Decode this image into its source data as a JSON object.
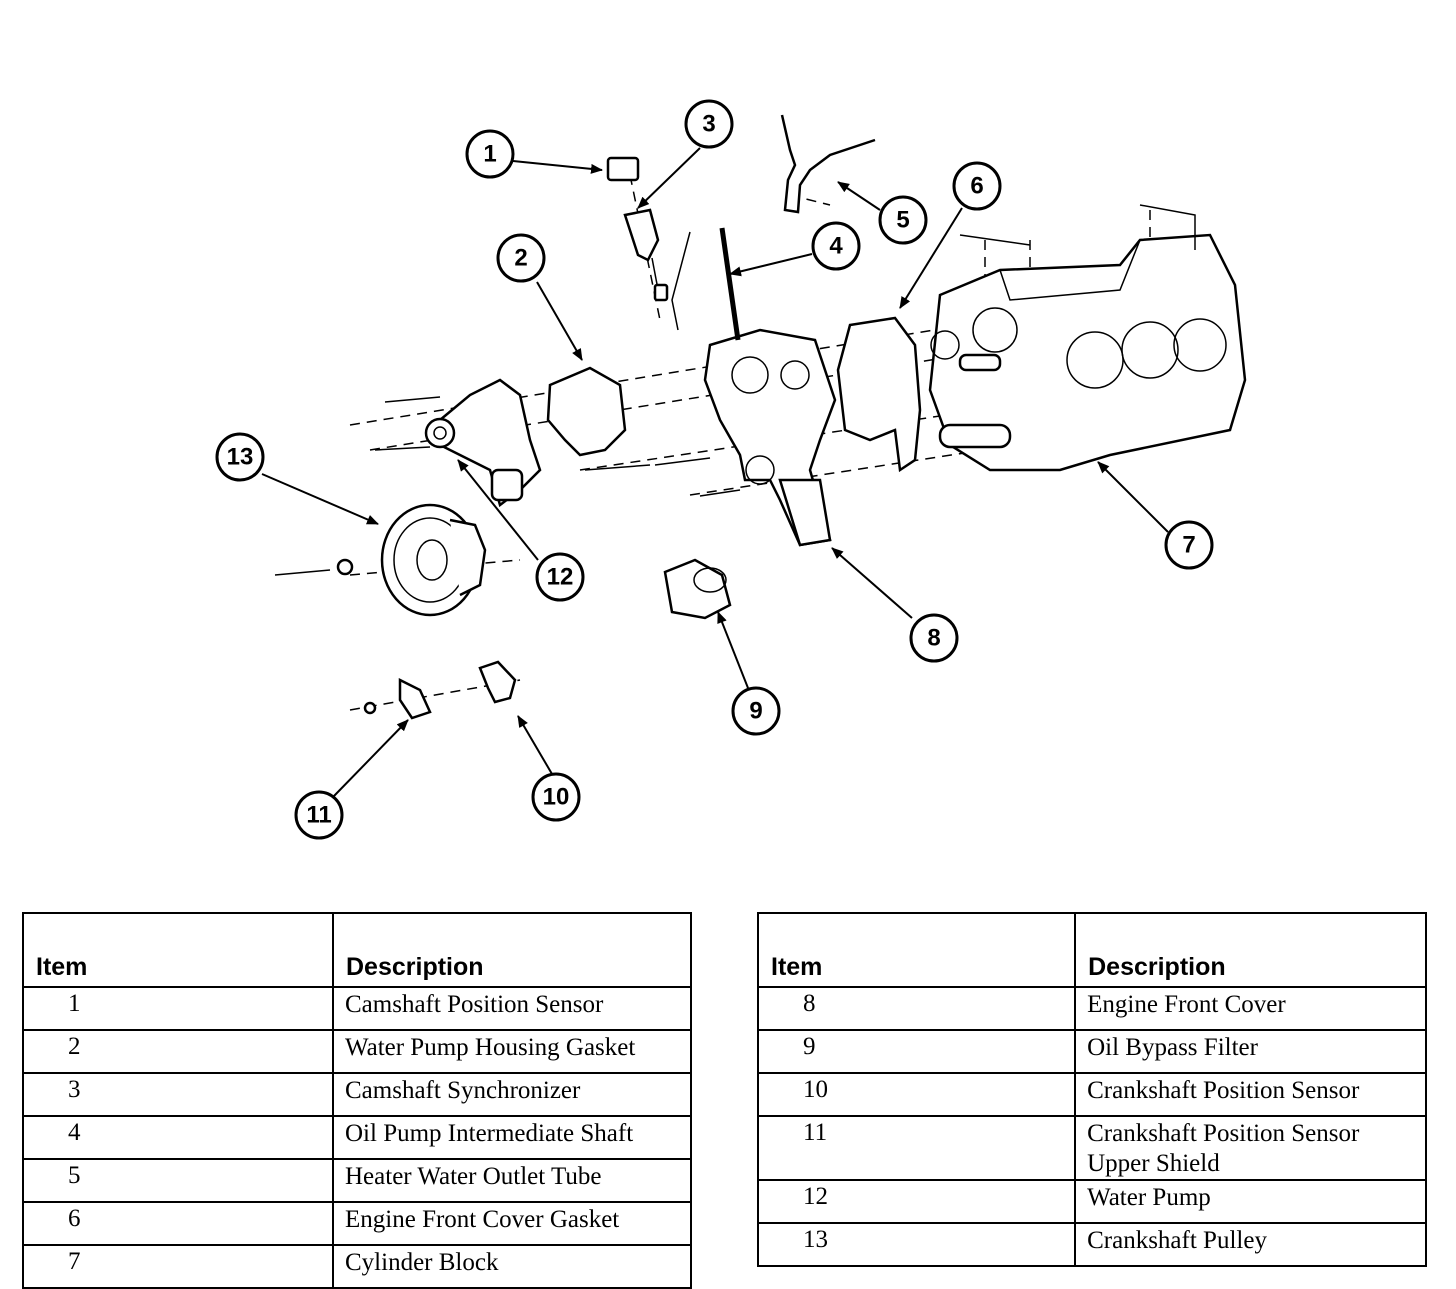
{
  "callouts": [
    "1",
    "2",
    "3",
    "4",
    "5",
    "6",
    "7",
    "8",
    "9",
    "10",
    "11",
    "12",
    "13"
  ],
  "table_left": {
    "header_item": "Item",
    "header_desc": "Description",
    "rows": [
      {
        "item": "1",
        "desc": "Camshaft Position Sensor"
      },
      {
        "item": "2",
        "desc": "Water Pump Housing Gasket"
      },
      {
        "item": "3",
        "desc": "Camshaft Synchronizer"
      },
      {
        "item": "4",
        "desc": "Oil Pump Intermediate Shaft"
      },
      {
        "item": "5",
        "desc": "Heater Water Outlet Tube"
      },
      {
        "item": "6",
        "desc": "Engine Front Cover Gasket"
      },
      {
        "item": "7",
        "desc": "Cylinder Block"
      }
    ]
  },
  "table_right": {
    "header_item": "Item",
    "header_desc": "Description",
    "rows": [
      {
        "item": "8",
        "desc": "Engine Front Cover"
      },
      {
        "item": "9",
        "desc": "Oil Bypass Filter"
      },
      {
        "item": "10",
        "desc": "Crankshaft Position Sensor"
      },
      {
        "item": "11",
        "desc": "Crankshaft Position Sensor Upper Shield"
      },
      {
        "item": "12",
        "desc": "Water Pump"
      },
      {
        "item": "13",
        "desc": "Crankshaft Pulley"
      }
    ]
  }
}
